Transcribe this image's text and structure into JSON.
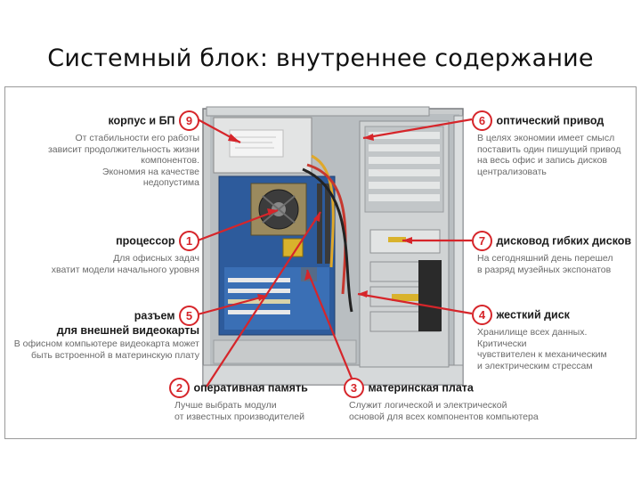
{
  "slide": {
    "title": "Системный блок: внутреннее содержание"
  },
  "colors": {
    "accent": "#d6252a",
    "callout_text": "#1b1b1b",
    "description_text": "#6a6a6a"
  },
  "callouts": [
    {
      "number": "9",
      "title": "корпус и БП",
      "description": [
        "От стабильности его работы",
        "зависит продолжительность жизни компонентов.",
        "Экономия на качестве",
        "недопустима"
      ]
    },
    {
      "number": "1",
      "title": "процессор",
      "description": [
        "Для офисных задач",
        "хватит модели начального уровня"
      ]
    },
    {
      "number": "5",
      "title": "разъем",
      "title2": "для внешней видеокарты",
      "description": [
        "В офисном компьютере видеокарта может",
        "быть встроенной в материнскую плату"
      ]
    },
    {
      "number": "2",
      "title": "оперативная память",
      "description": [
        "Лучше выбрать модули",
        "от известных производителей"
      ]
    },
    {
      "number": "3",
      "title": "материнская плата",
      "description": [
        "Служит логической и электрической",
        "основой для всех компонентов компьютера"
      ]
    },
    {
      "number": "6",
      "title": "оптический привод",
      "description": [
        "В целях экономии имеет смысл",
        "поставить один пишущий привод",
        "на весь офис и запись дисков",
        "централизовать"
      ]
    },
    {
      "number": "7",
      "title": "дисковод гибких дисков",
      "description": [
        "На сегодняшний день перешел",
        "в разряд музейных экспонатов"
      ]
    },
    {
      "number": "4",
      "title": "жесткий диск",
      "description": [
        "Хранилище всех данных. Критически",
        "чувствителен к механическим",
        "и электрическим стрессам"
      ]
    }
  ]
}
